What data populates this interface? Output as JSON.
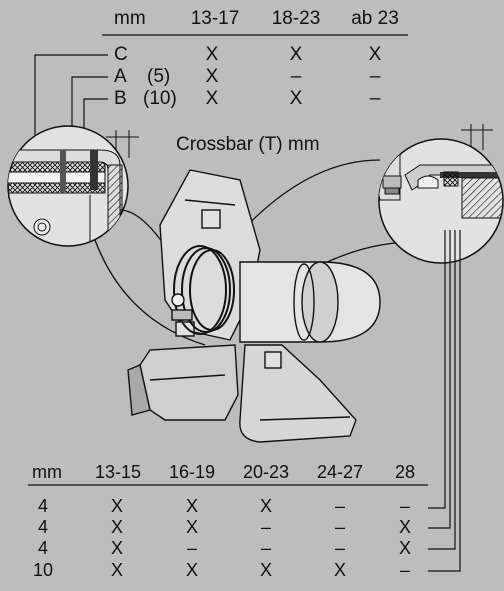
{
  "top_table": {
    "headers": [
      "mm",
      "13-17",
      "18-23",
      "ab 23"
    ],
    "rows": [
      {
        "label": "C",
        "sub": "",
        "cells": [
          "X",
          "X",
          "X"
        ]
      },
      {
        "label": "A",
        "sub": "(5)",
        "cells": [
          "X",
          "–",
          "–"
        ]
      },
      {
        "label": "B",
        "sub": "(10)",
        "cells": [
          "X",
          "X",
          "–"
        ]
      }
    ]
  },
  "crossbar_label": "Crossbar (T) mm",
  "bottom_table": {
    "headers": [
      "mm",
      "13-15",
      "16-19",
      "20-23",
      "24-27",
      "28"
    ],
    "rows": [
      {
        "mm": "4",
        "cells": [
          "X",
          "X",
          "X",
          "–",
          "–"
        ]
      },
      {
        "mm": "4",
        "cells": [
          "X",
          "X",
          "–",
          "–",
          "X"
        ]
      },
      {
        "mm": "4",
        "cells": [
          "X",
          "–",
          "–",
          "–",
          "X"
        ]
      },
      {
        "mm": "10",
        "cells": [
          "X",
          "X",
          "X",
          "X",
          "–"
        ]
      }
    ]
  },
  "colors": {
    "background": "#bdbdbd",
    "line": "#111111",
    "fill_light": "#e0e0e0"
  }
}
